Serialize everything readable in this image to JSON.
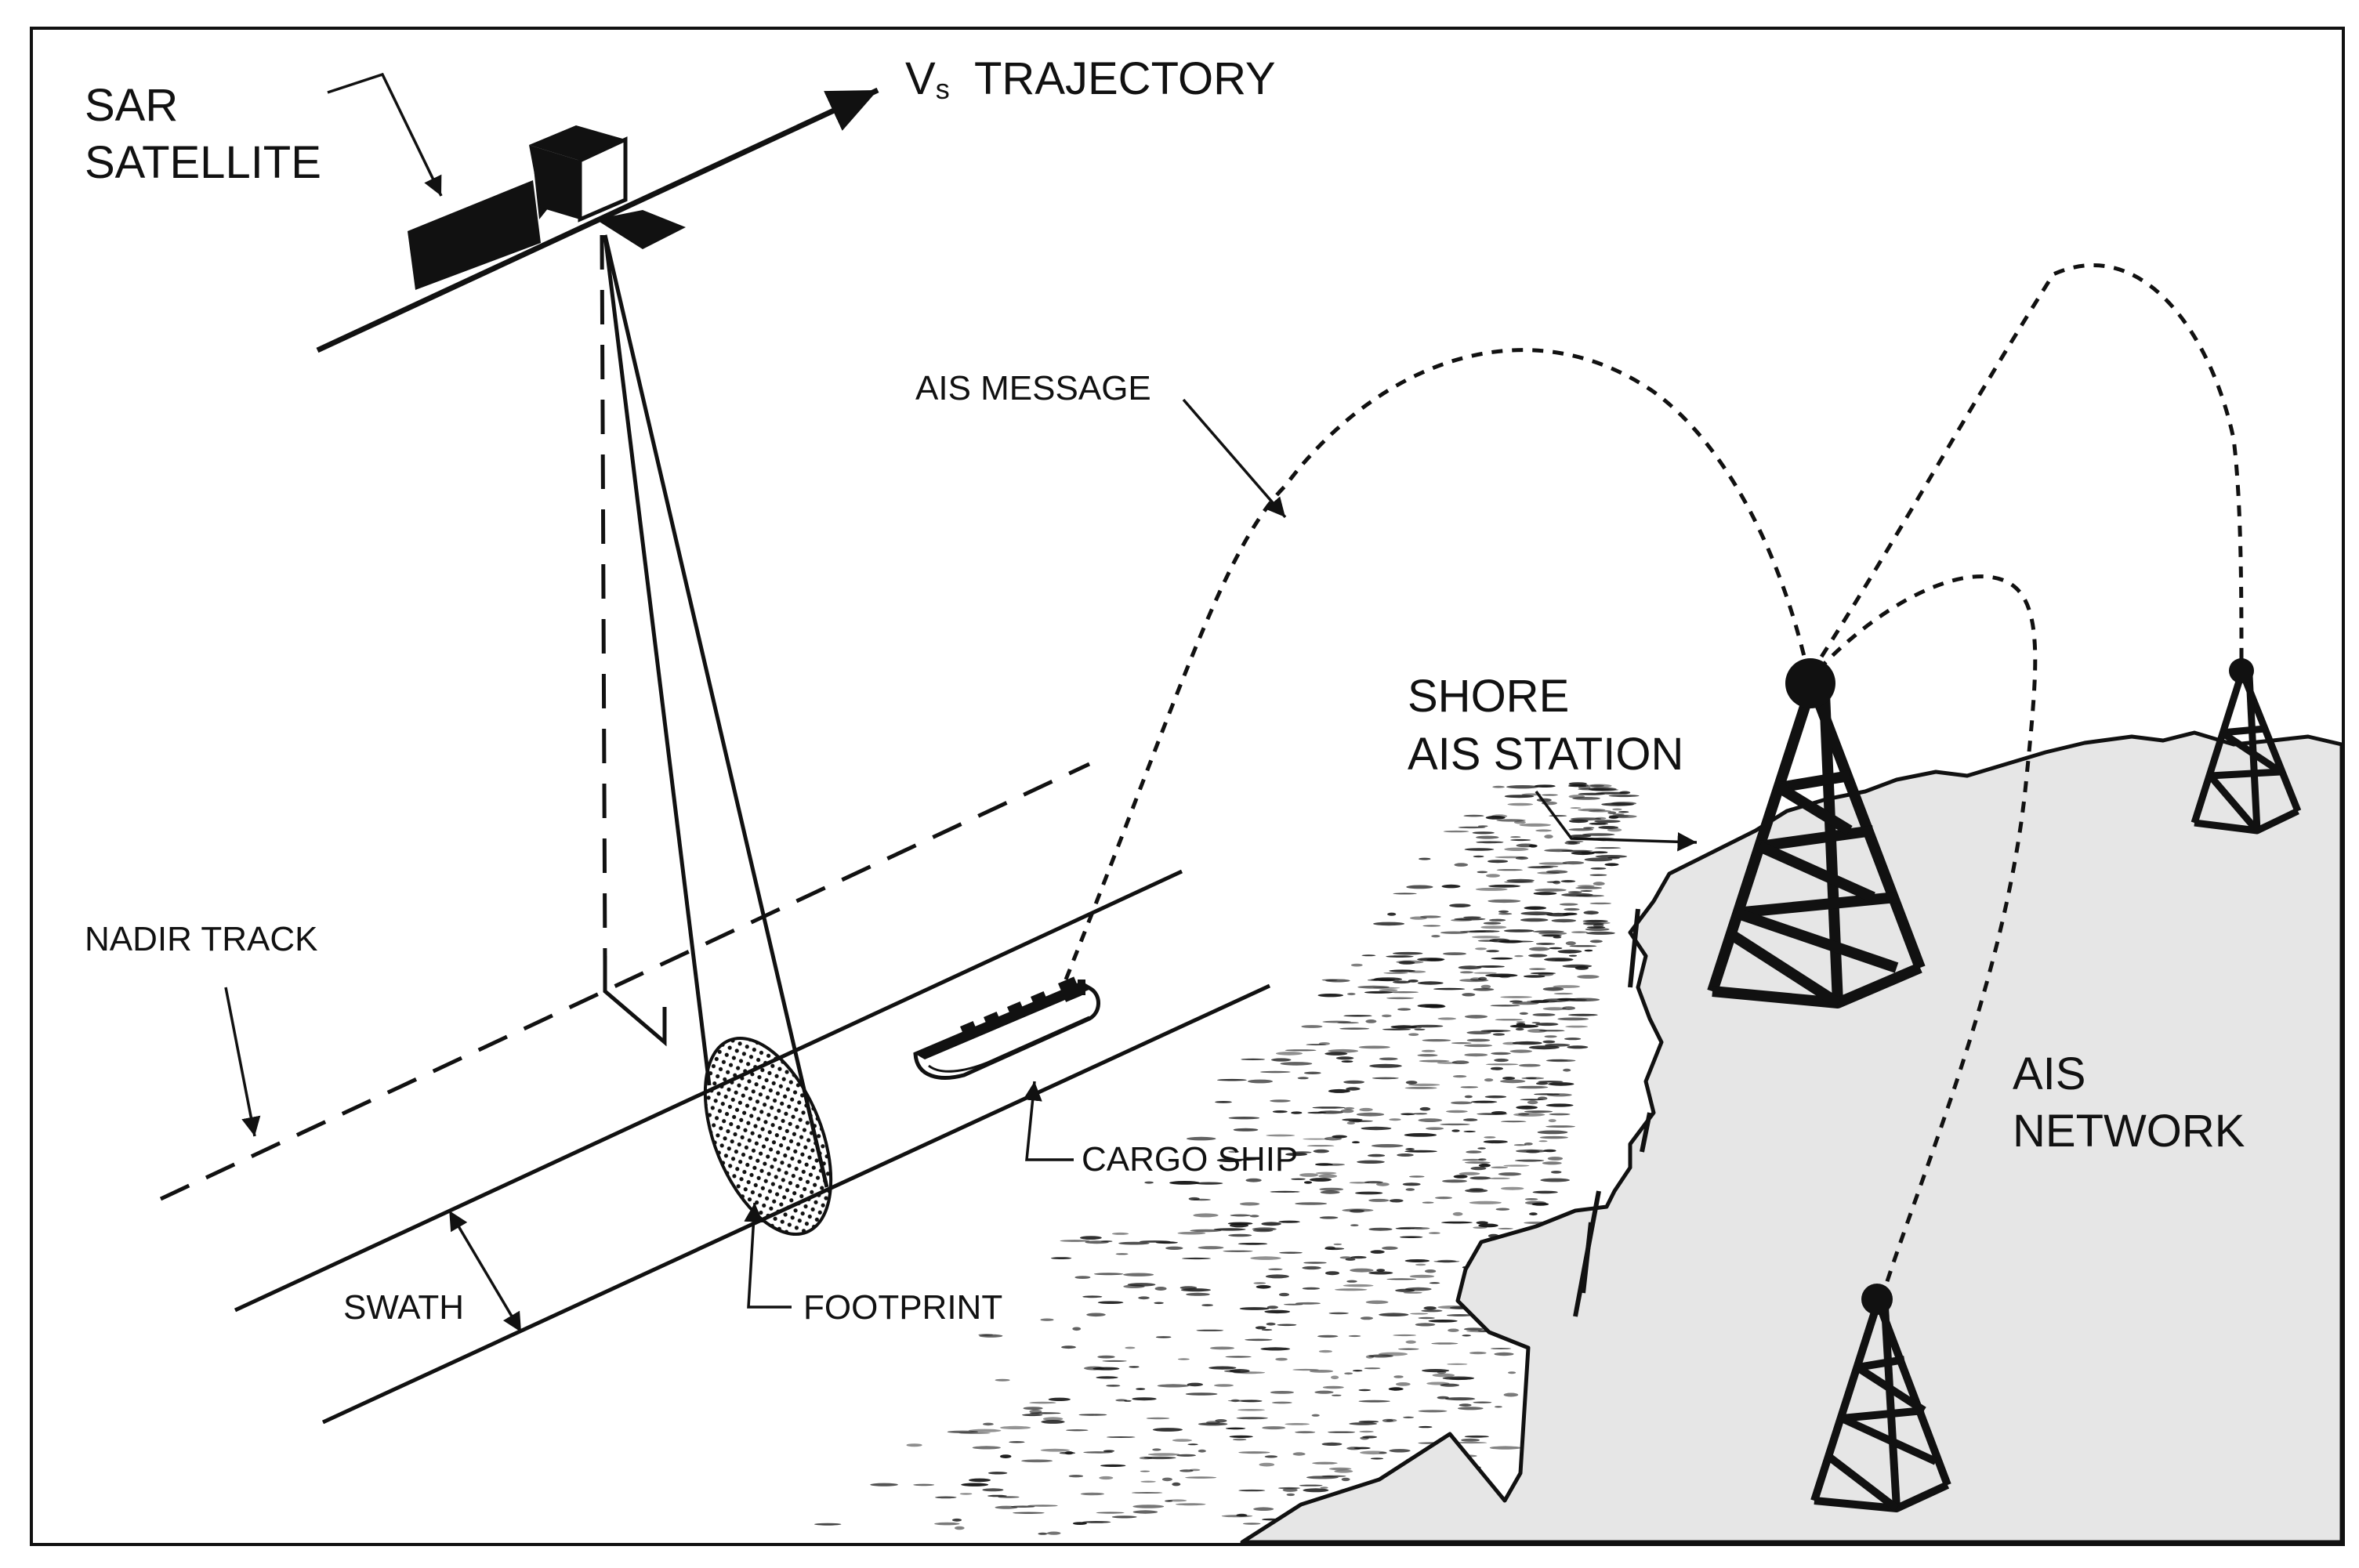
{
  "labels": {
    "sar_line1": "SAR",
    "sar_line2": "SATELLITE",
    "vs": "V",
    "vs_sub": "s",
    "trajectory": "TRAJECTORY",
    "ais_message": "AIS MESSAGE",
    "shore_line1": "SHORE",
    "shore_line2": "AIS STATION",
    "nadir_track": "NADIR TRACK",
    "cargo_ship": "CARGO SHIP",
    "ais_net_line1": "AIS",
    "ais_net_line2": "NETWORK",
    "swath": "SWATH",
    "footprint": "FOOTPRINT"
  },
  "colors": {
    "ink": "#111111",
    "land": "#e6e6e6",
    "paper": "#ffffff"
  }
}
